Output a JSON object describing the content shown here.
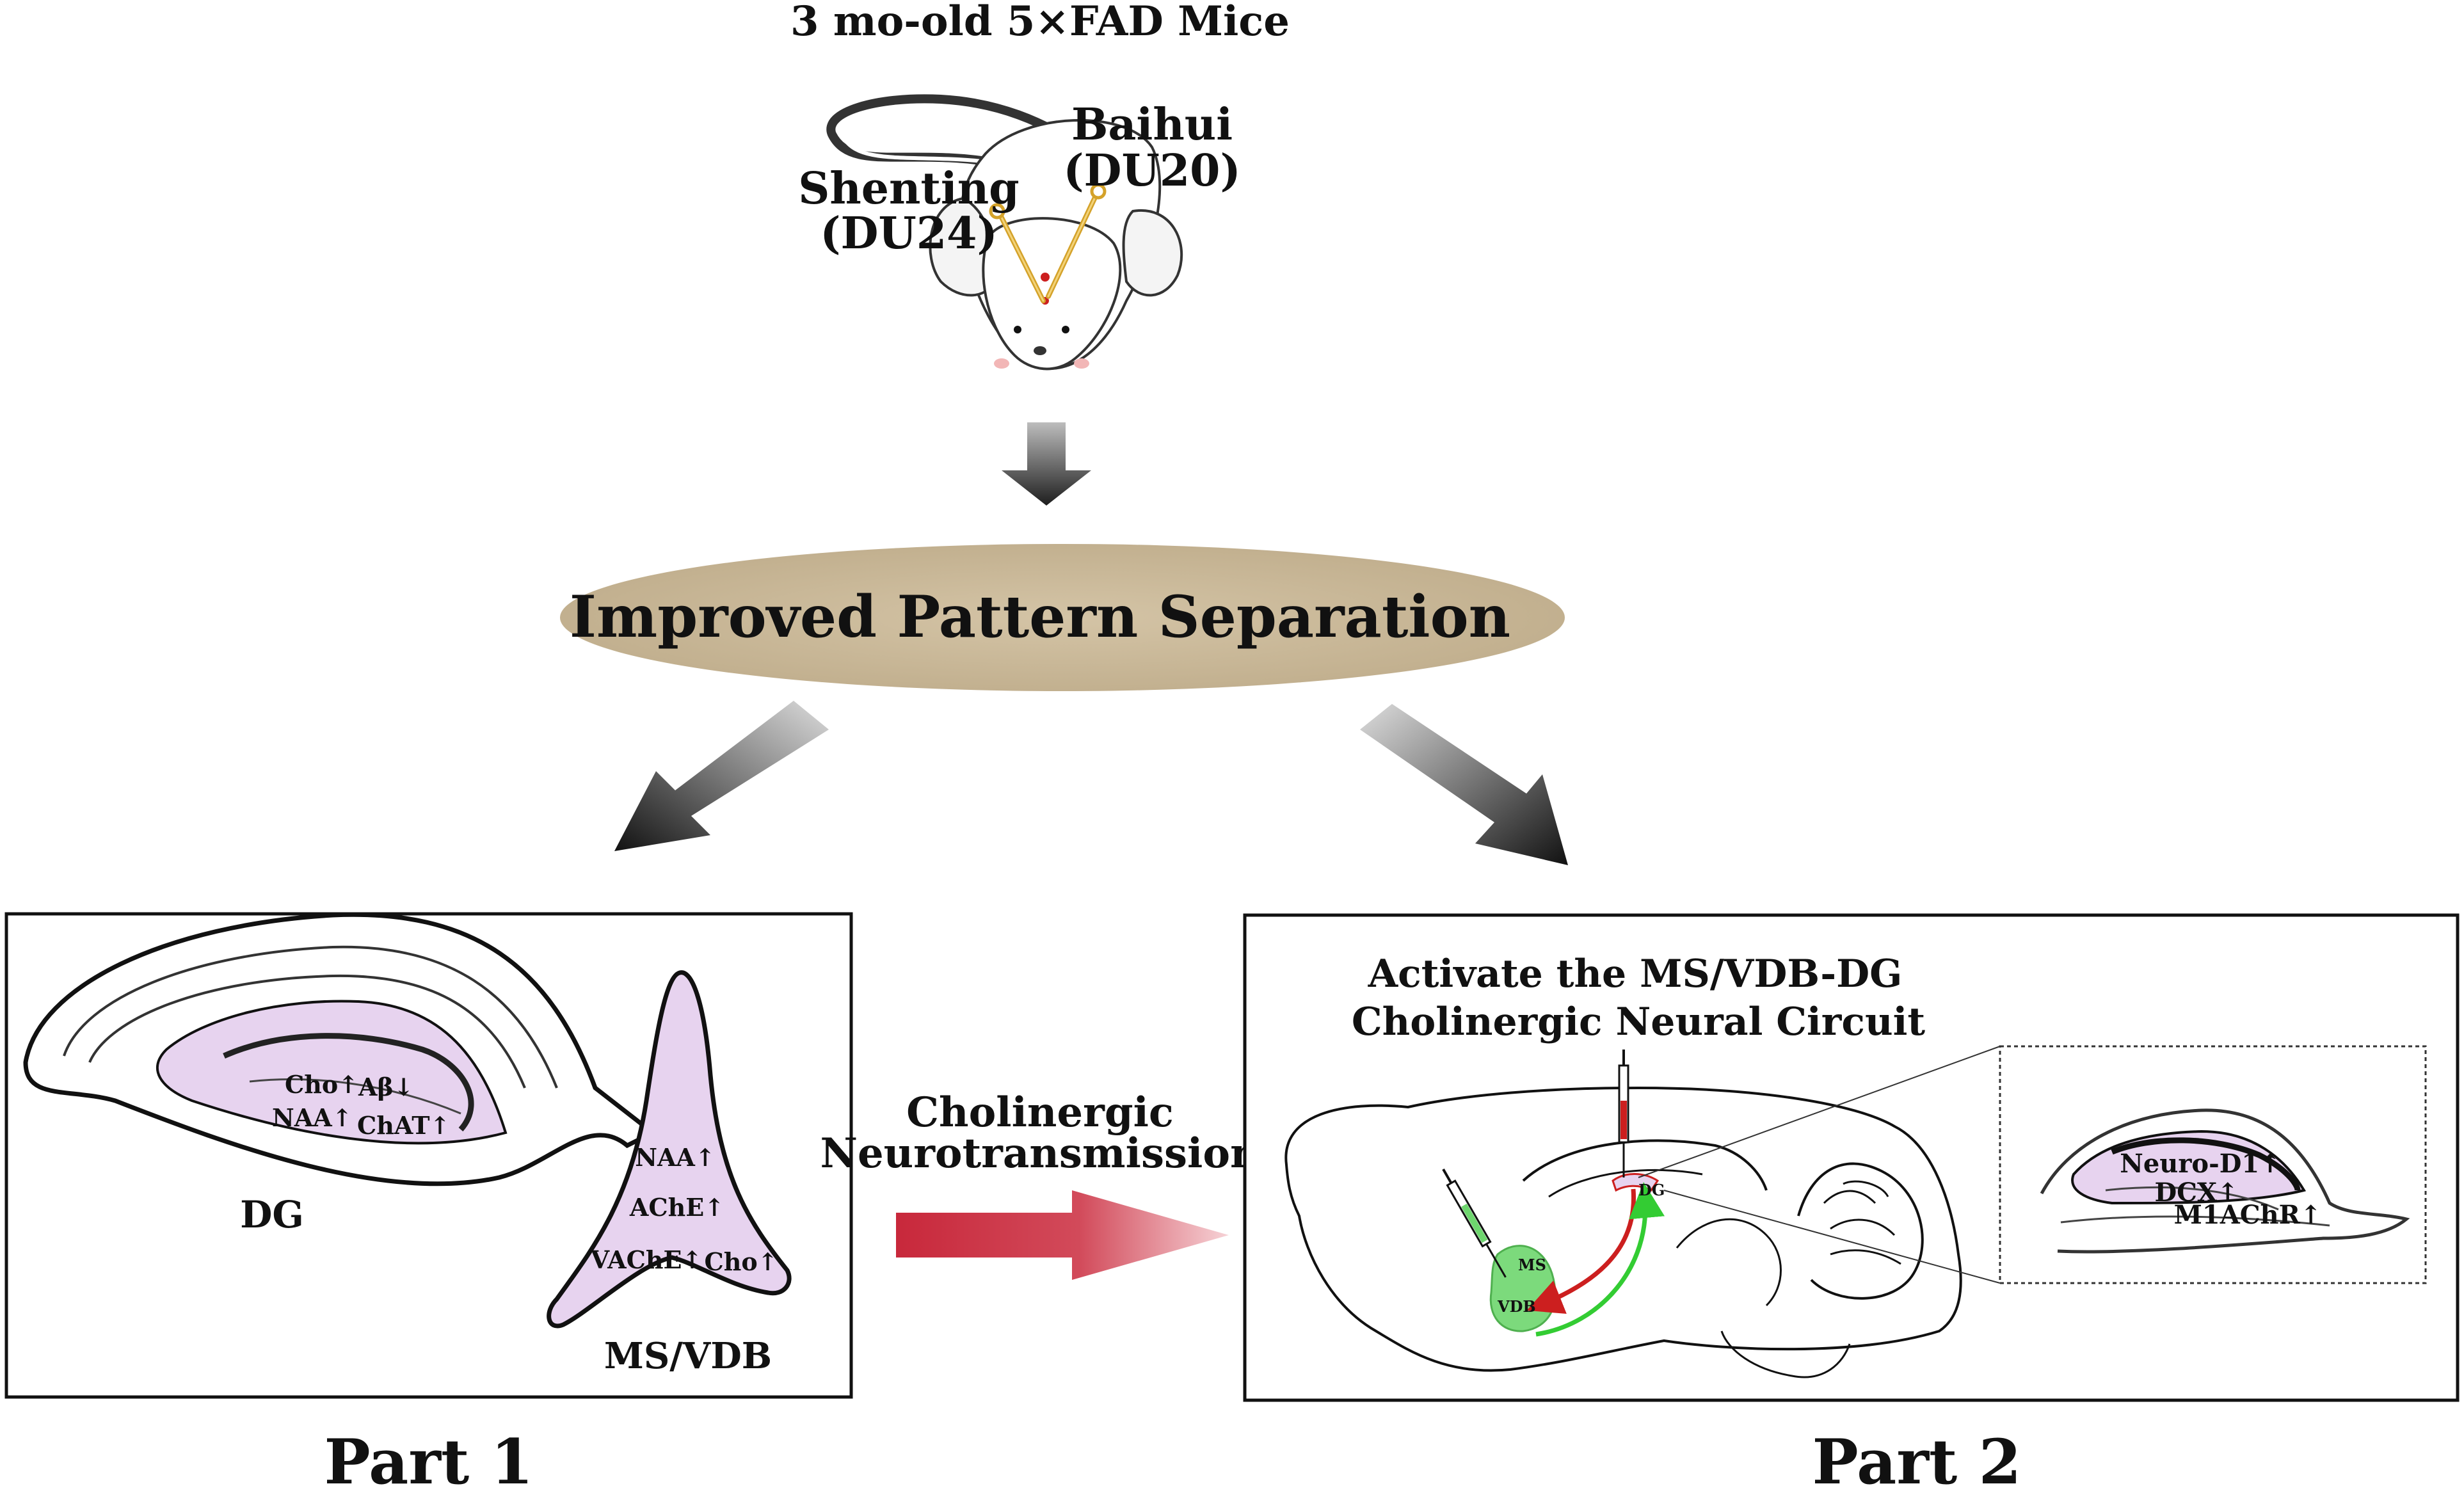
{
  "title": "3 mo-old 5×FAD Mice",
  "acupoints": {
    "baihui": {
      "name": "Baihui",
      "code": "(DU20)"
    },
    "shenting": {
      "name": "Shenting",
      "code": "(DU24)"
    }
  },
  "central_outcome": "Improved Pattern Separation",
  "link_label": {
    "line1": "Cholinergic",
    "line2": "Neurotransmission"
  },
  "part1": {
    "caption": "Part 1",
    "dg": {
      "label": "DG",
      "markers": {
        "cho": "Cho↑",
        "abeta": "Aβ↓",
        "naa": "NAA↑",
        "chat": "ChAT↑"
      }
    },
    "msvdb": {
      "label": "MS/VDB",
      "markers": {
        "naa": "NAA↑",
        "ache": "AChE↑",
        "vache": "VAChE↑",
        "cho": "Cho↑"
      }
    }
  },
  "part2": {
    "caption": "Part 2",
    "heading": {
      "line1": "Activate the MS/VDB-DG",
      "line2": "Cholinergic Neural Circuit"
    },
    "brain_labels": {
      "ms": "MS",
      "vdb": "VDB",
      "dg": "DG"
    },
    "inset_markers": {
      "neurod1": "Neuro-D1↑",
      "dcx": "DCX↑",
      "m1achr": "M1AChR↑"
    }
  },
  "colors": {
    "region_fill": "#e7d3ef",
    "ellipse_fill": "#cbbb9c",
    "circuit_green": "#33cc33",
    "circuit_red": "#cc1f1f",
    "needle_gold": "#d4a22a"
  }
}
